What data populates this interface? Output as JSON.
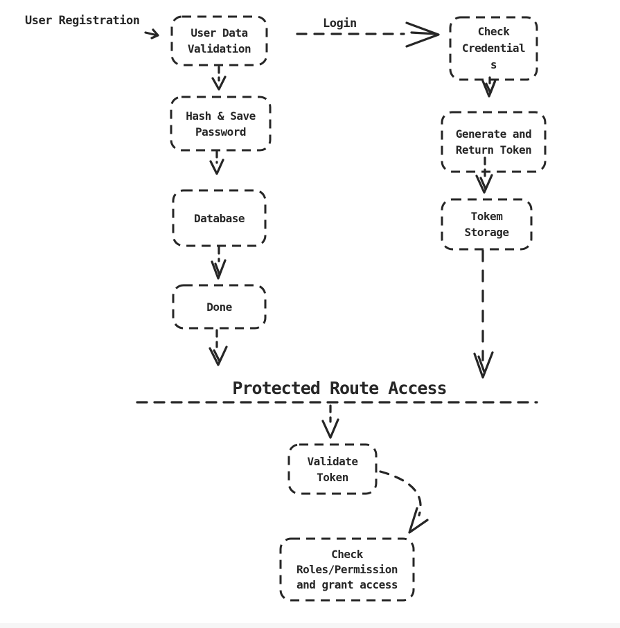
{
  "page": {
    "background": "#ffffff",
    "stroke_color": "#262626"
  },
  "labels": {
    "user_registration": "User Registration",
    "login": "Login",
    "protected_route_access": "Protected Route Access"
  },
  "nodes": {
    "user_data_validation": {
      "label": "User Data\nValidation"
    },
    "check_credentials": {
      "label": "Check\nCredential\ns"
    },
    "hash_save_password": {
      "label": "Hash & Save\nPassword"
    },
    "database": {
      "label": "Database"
    },
    "done": {
      "label": "Done"
    },
    "generate_return_token": {
      "label": "Generate and\nReturn Token"
    },
    "token_storage": {
      "label": "Tokem\nStorage"
    },
    "validate_token": {
      "label": "Validate\nToken"
    },
    "check_roles_permission": {
      "label": "Check\nRoles/Permission\nand grant access"
    }
  },
  "edges": [
    {
      "from": "user-registration-label",
      "to": "user_data_validation",
      "style": "solid"
    },
    {
      "from": "user_data_validation",
      "to": "check_credentials",
      "label": "Login",
      "style": "dashed"
    },
    {
      "from": "user_data_validation",
      "to": "hash_save_password",
      "style": "dashed"
    },
    {
      "from": "hash_save_password",
      "to": "database",
      "style": "dashed"
    },
    {
      "from": "database",
      "to": "done",
      "style": "dashed"
    },
    {
      "from": "done",
      "to": "protected_route_access",
      "style": "dashed"
    },
    {
      "from": "check_credentials",
      "to": "generate_return_token",
      "style": "dashed"
    },
    {
      "from": "generate_return_token",
      "to": "token_storage",
      "style": "dashed"
    },
    {
      "from": "token_storage",
      "to": "protected_route_access",
      "style": "dashed"
    },
    {
      "from": "protected_route_access",
      "to": "validate_token",
      "style": "dashed"
    },
    {
      "from": "validate_token",
      "to": "check_roles_permission",
      "style": "dashed"
    }
  ]
}
